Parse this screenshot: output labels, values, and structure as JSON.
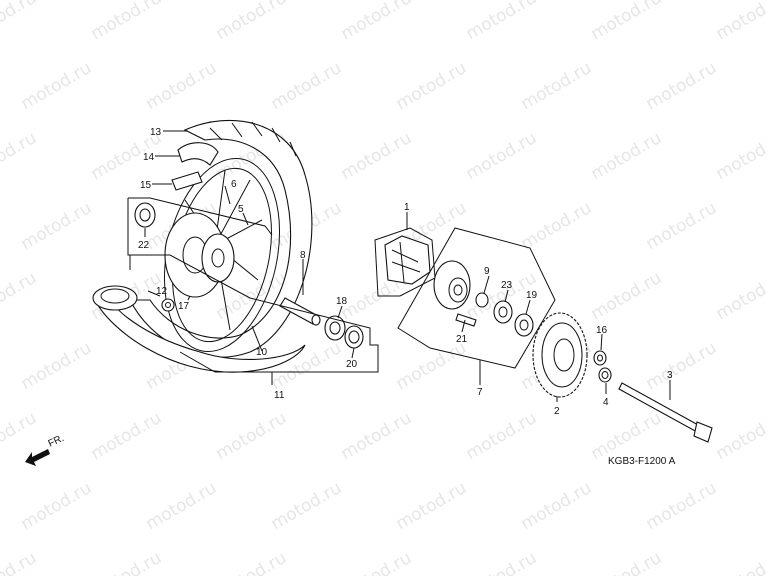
{
  "diagram": {
    "code": "KGB3-F1200 A",
    "direction_label": "FR.",
    "watermark": "motod.ru",
    "callouts": [
      "1",
      "2",
      "3",
      "4",
      "5",
      "6",
      "7",
      "8",
      "10",
      "11",
      "12",
      "13",
      "14",
      "15",
      "16",
      "17",
      "18",
      "19",
      "20",
      "21",
      "22",
      "23",
      "9"
    ]
  }
}
